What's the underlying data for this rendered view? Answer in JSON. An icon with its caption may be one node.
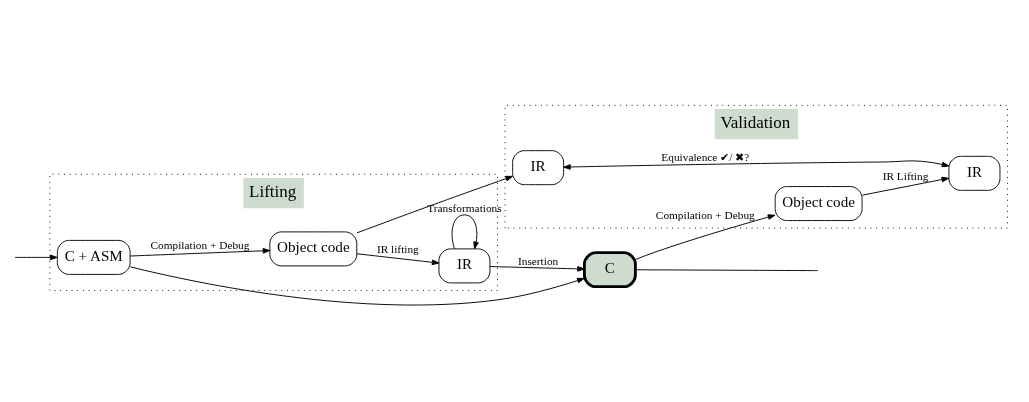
{
  "diagram": {
    "nodes": [
      {
        "text": [
          "Lifting"
        ]
      },
      {
        "text": [
          "C + ASM"
        ],
        "in": 0
      },
      {
        "text": [
          "Object code"
        ],
        "in": 0
      },
      {
        "text": [
          "IR"
        ],
        "in": 0
      },
      {
        "text": [
          "C"
        ]
      },
      {
        "text": [
          "Validation"
        ]
      },
      {
        "text": [
          "Object code"
        ],
        "in": 5
      },
      {
        "text": [
          "IR"
        ],
        "in": 5
      },
      {
        "text": [
          "IR"
        ],
        "in": 5
      }
    ],
    "edges": [
      {
        "from": null,
        "to": 1,
        "arrow": "to"
      },
      {
        "from": 1,
        "to": 2,
        "arrow": "to",
        "label": "Compilation + Debug"
      },
      {
        "from": 2,
        "to": 3,
        "arrow": "to",
        "label": "IR lifting"
      },
      {
        "from": 3,
        "to": 3,
        "arrow": "to",
        "label": "Transformations"
      },
      {
        "from": 3,
        "to": 4,
        "arrow": "to",
        "label": "Insertion"
      },
      {
        "from": 1,
        "to": 4,
        "arrow": "to"
      },
      {
        "from": 4,
        "to": null,
        "arrow": "none"
      },
      {
        "from": 4,
        "to": 6,
        "arrow": "to",
        "label": "Compilation + Debug"
      },
      {
        "from": 2,
        "to": 7,
        "arrow": "to"
      },
      {
        "from": 6,
        "to": 8,
        "arrow": "to",
        "label": "IR Lifting"
      },
      {
        "from": 7,
        "to": 8,
        "arrow": "both",
        "label": "Equivalence ✔/ ✖?"
      }
    ]
  }
}
